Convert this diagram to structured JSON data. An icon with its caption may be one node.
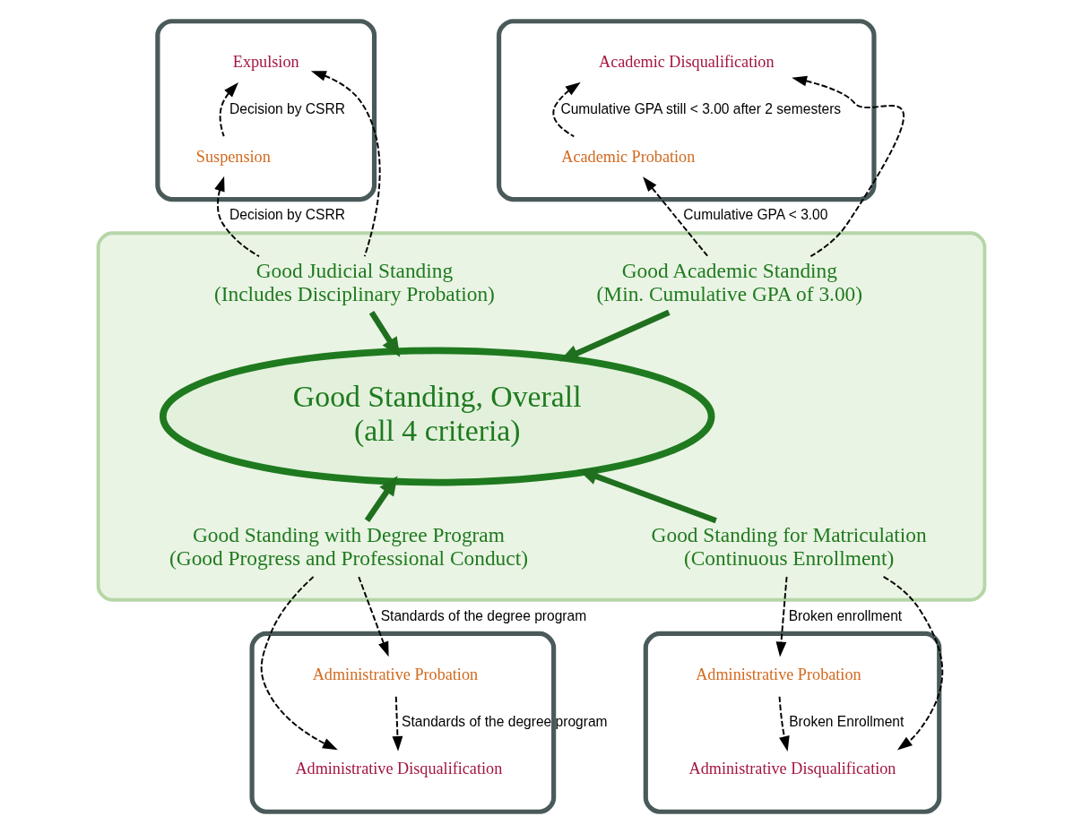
{
  "diagram": {
    "nodes": [
      {
        "text": [],
        "shape": "ellipse"
      },
      {
        "text": [
          "Expulsion"
        ],
        "in": 0
      },
      {
        "text": [
          "Suspension"
        ],
        "in": 0
      },
      {
        "text": [],
        "shape": "ellipse"
      },
      {
        "text": [
          "Academic Disqualification"
        ],
        "in": 3
      },
      {
        "text": [
          "Academic Probation"
        ],
        "in": 3
      },
      {
        "text": [],
        "shape": "box"
      },
      {
        "text": [
          "Good Judicial Standing",
          "(Includes Disciplinary Probation)"
        ],
        "in": 6
      },
      {
        "text": [
          "Good Academic Standing",
          "(Min. Cumulative GPA of 3.00)"
        ],
        "in": 6
      },
      {
        "text": [
          "Good Standing, Overall",
          "(all 4 criteria)"
        ],
        "in": 6
      },
      {
        "text": [
          "Good Standing with Degree Program",
          "(Good Progress and Professional Conduct)"
        ],
        "in": 6
      },
      {
        "text": [
          "Good Standing for Matriculation",
          "(Continuous Enrollment)"
        ],
        "in": 6
      },
      {
        "text": [],
        "shape": "ellipse"
      },
      {
        "text": [
          "Administrative Probation"
        ],
        "in": 12
      },
      {
        "text": [
          "Administrative Disqualification"
        ],
        "in": 12
      },
      {
        "text": [],
        "shape": "ellipse"
      },
      {
        "text": [
          "Administrative Probation"
        ],
        "in": 15
      },
      {
        "text": [
          "Administrative Disqualification"
        ],
        "in": 15
      }
    ],
    "edges": [
      {
        "from": 2,
        "to": 1,
        "arrow": "to",
        "style": "dashed",
        "label": "Decision by CSRR"
      },
      {
        "from": 7,
        "to": 2,
        "arrow": "to",
        "style": "dashed",
        "label": "Decision by CSRR"
      },
      {
        "from": 7,
        "to": 1,
        "arrow": "to",
        "style": "dashed"
      },
      {
        "from": 5,
        "to": 4,
        "arrow": "to",
        "style": "dashed",
        "label": "Cumulative GPA still < 3.00 after 2 semesters"
      },
      {
        "from": 8,
        "to": 5,
        "arrow": "to",
        "style": "dashed",
        "label": "Cumulative GPA < 3.00"
      },
      {
        "from": 8,
        "to": 4,
        "arrow": "to",
        "style": "dashed"
      },
      {
        "from": 7,
        "to": 9,
        "arrow": "to",
        "style": "thick",
        "color": "#1f6f1f"
      },
      {
        "from": 8,
        "to": 9,
        "arrow": "to",
        "style": "thick",
        "color": "#1f6f1f"
      },
      {
        "from": 10,
        "to": 9,
        "arrow": "to",
        "style": "thick",
        "color": "#1f6f1f"
      },
      {
        "from": 11,
        "to": 9,
        "arrow": "to",
        "style": "thick",
        "color": "#1f6f1f"
      },
      {
        "from": 10,
        "to": 13,
        "arrow": "to",
        "style": "dashed",
        "label": "Standards of the degree program"
      },
      {
        "from": 13,
        "to": 14,
        "arrow": "to",
        "style": "dashed",
        "label": "Standards of the degree program"
      },
      {
        "from": 10,
        "to": 14,
        "arrow": "to",
        "style": "dashed"
      },
      {
        "from": 11,
        "to": 16,
        "arrow": "to",
        "style": "dashed",
        "label": "Broken enrollment"
      },
      {
        "from": 16,
        "to": 17,
        "arrow": "to",
        "style": "dashed",
        "label": "Broken Enrollment"
      },
      {
        "from": 11,
        "to": 17,
        "arrow": "to",
        "style": "dashed"
      }
    ]
  }
}
